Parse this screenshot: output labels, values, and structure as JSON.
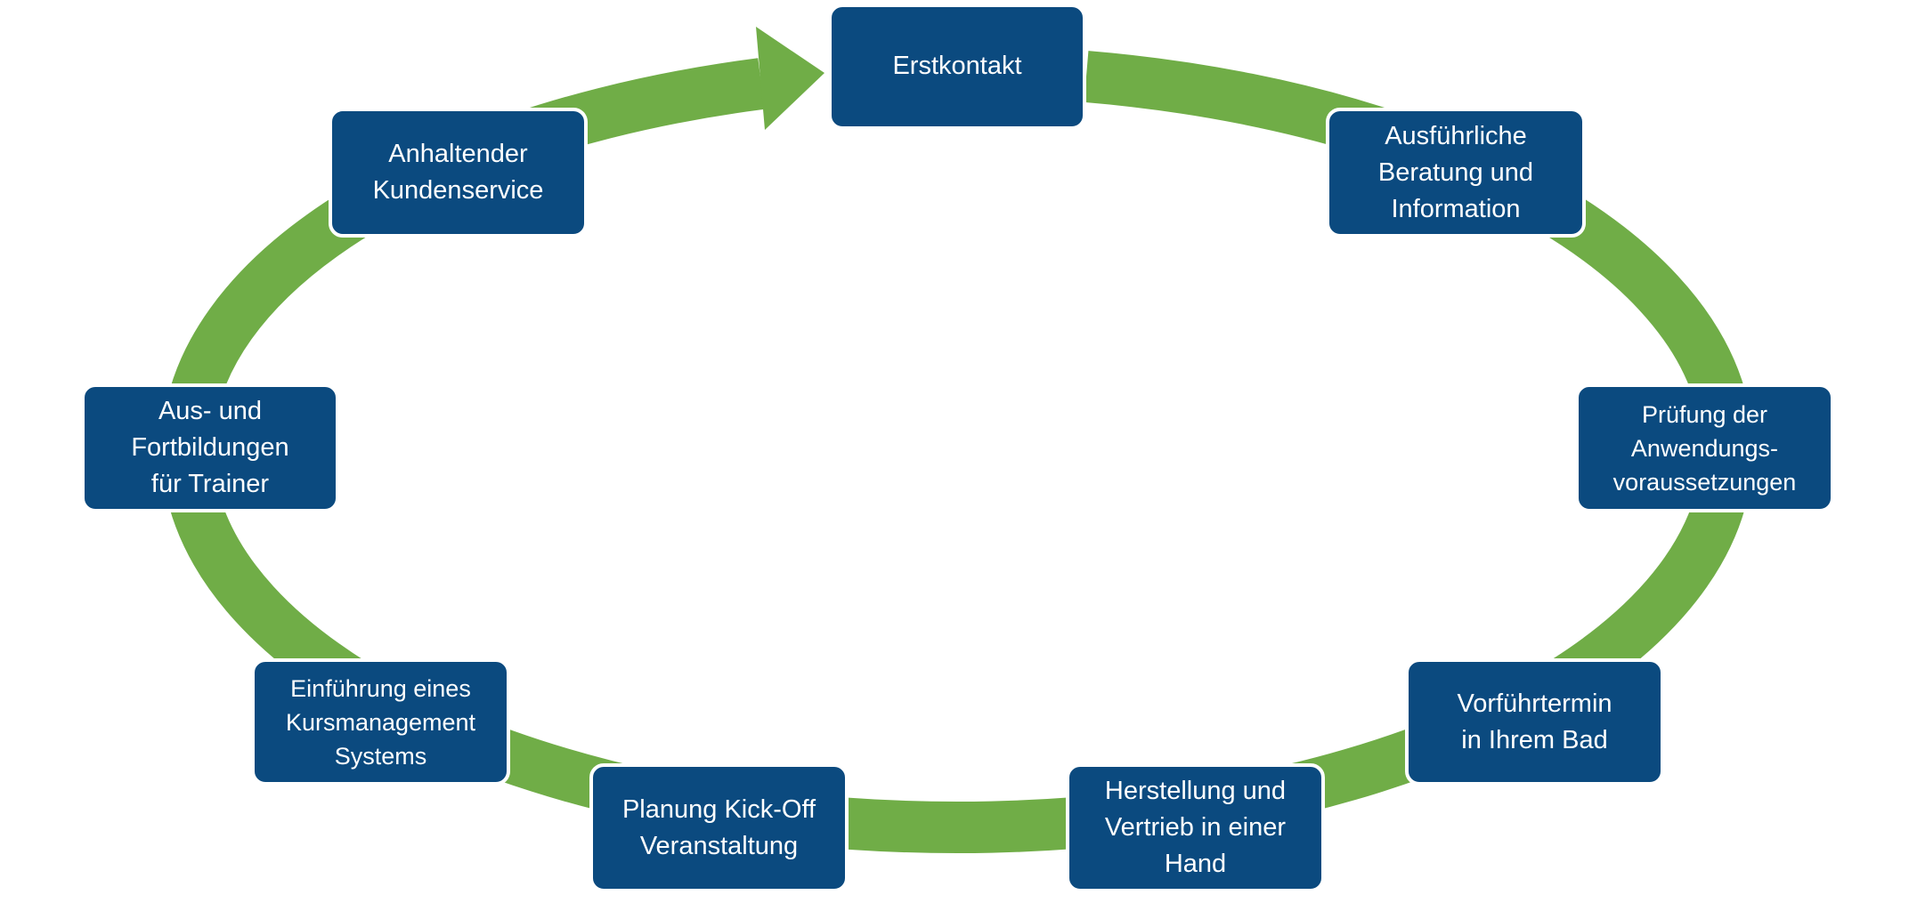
{
  "colors": {
    "box": "#0b4a7f",
    "arrow": "#70ad47",
    "text": "#ffffff"
  },
  "steps": [
    {
      "label": "Erstkontakt"
    },
    {
      "label": "Ausführliche\nBeratung und\nInformation"
    },
    {
      "label": "Prüfung der\nAnwendungs-\nvoraussetzungen"
    },
    {
      "label": "Vorführtermin\nin Ihrem Bad"
    },
    {
      "label": "Herstellung und\nVertrieb in einer\nHand"
    },
    {
      "label": "Planung Kick-Off\nVeranstaltung"
    },
    {
      "label": "Einführung eines\nKursmanagement\nSystems"
    },
    {
      "label": "Aus- und\nFortbildungen\nfür Trainer"
    },
    {
      "label": "Anhaltender\nKundenservice"
    }
  ]
}
